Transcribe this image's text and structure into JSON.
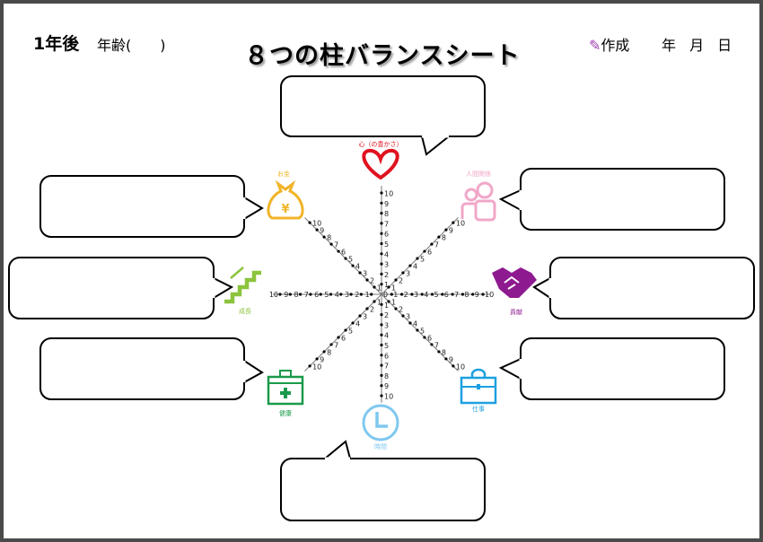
{
  "header": {
    "period": "1年後",
    "age_label": "年齢(　　)",
    "title": "８つの柱バランスシート",
    "created_label": "作成",
    "date_label": "年 月 日"
  },
  "pillars": [
    {
      "label": "心（の豊かさ）",
      "icon": "heart-icon",
      "color": "#e0121f"
    },
    {
      "label": "人間関係",
      "icon": "people-icon",
      "color": "#f1a7c8"
    },
    {
      "label": "貢献",
      "icon": "handshake-icon",
      "color": "#8e1a8f"
    },
    {
      "label": "仕事",
      "icon": "briefcase-icon",
      "color": "#1ca0e0"
    },
    {
      "label": "時間",
      "icon": "clock-icon",
      "color": "#7fc8ef"
    },
    {
      "label": "健康",
      "icon": "first-aid-kit-icon",
      "color": "#1a9a4a"
    },
    {
      "label": "成長",
      "icon": "stairs-icon",
      "color": "#8cc43c"
    },
    {
      "label": "お金",
      "icon": "money-bag-icon",
      "color": "#f0b428"
    }
  ],
  "scale": {
    "min": 0,
    "max": 10,
    "ticks": [
      1,
      2,
      3,
      4,
      5,
      6,
      7,
      8,
      9,
      10
    ]
  },
  "center_label": "0"
}
